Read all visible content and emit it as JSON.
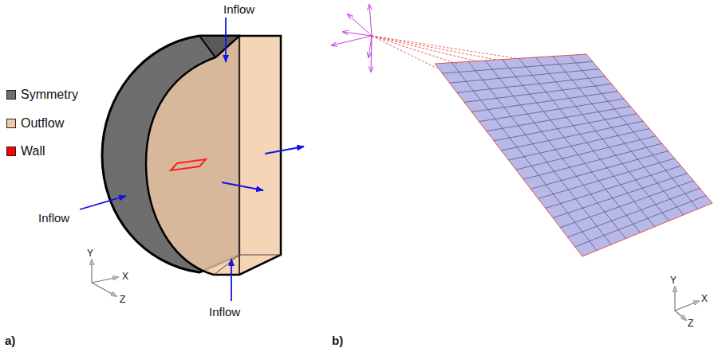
{
  "diagram": {
    "labels": [
      "Inflow",
      "Inflow",
      "Inflow",
      "Y",
      "X",
      "Z",
      "a)",
      "Y",
      "X",
      "Z",
      "b)"
    ],
    "legend": [
      {
        "text": "Symmetry",
        "color": "#6e6e6e"
      },
      {
        "text": "Outflow",
        "color": "#f2cba6"
      },
      {
        "text": "Wall",
        "color": "#ff0000"
      }
    ]
  }
}
